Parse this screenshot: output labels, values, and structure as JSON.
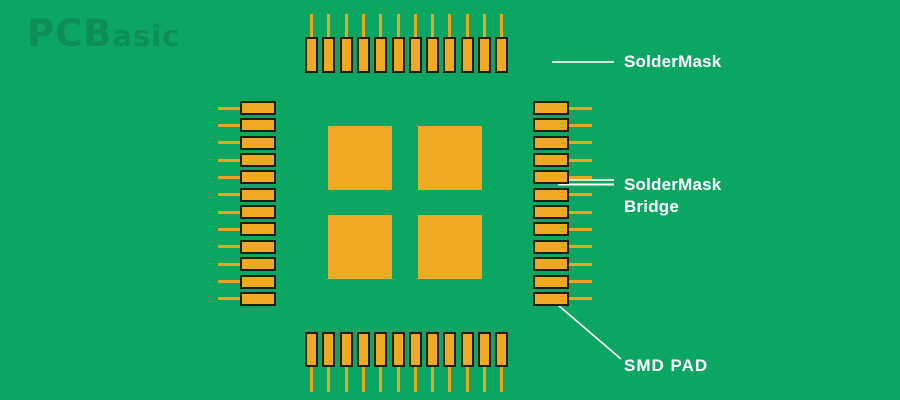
{
  "logo": {
    "main": "PCB",
    "tail": "asic"
  },
  "annotations": {
    "soldermask": {
      "label": "SolderMask"
    },
    "soldermask_bridge": {
      "label_line1": "SolderMask",
      "label_line2": "Bridge"
    },
    "smd_pad": {
      "label": "SMD PAD"
    }
  },
  "pcb": {
    "side_pad_count": 12,
    "center_pad_count": 4,
    "colors": {
      "board": "#0CA663",
      "logo": "#0E8E56",
      "pad_fill": "#F0A922",
      "pad_outline": "#1B1E12",
      "trace": "#EDA51E",
      "leader_pale": "#CDE7D8",
      "label_text": "#FFFFFF"
    }
  }
}
